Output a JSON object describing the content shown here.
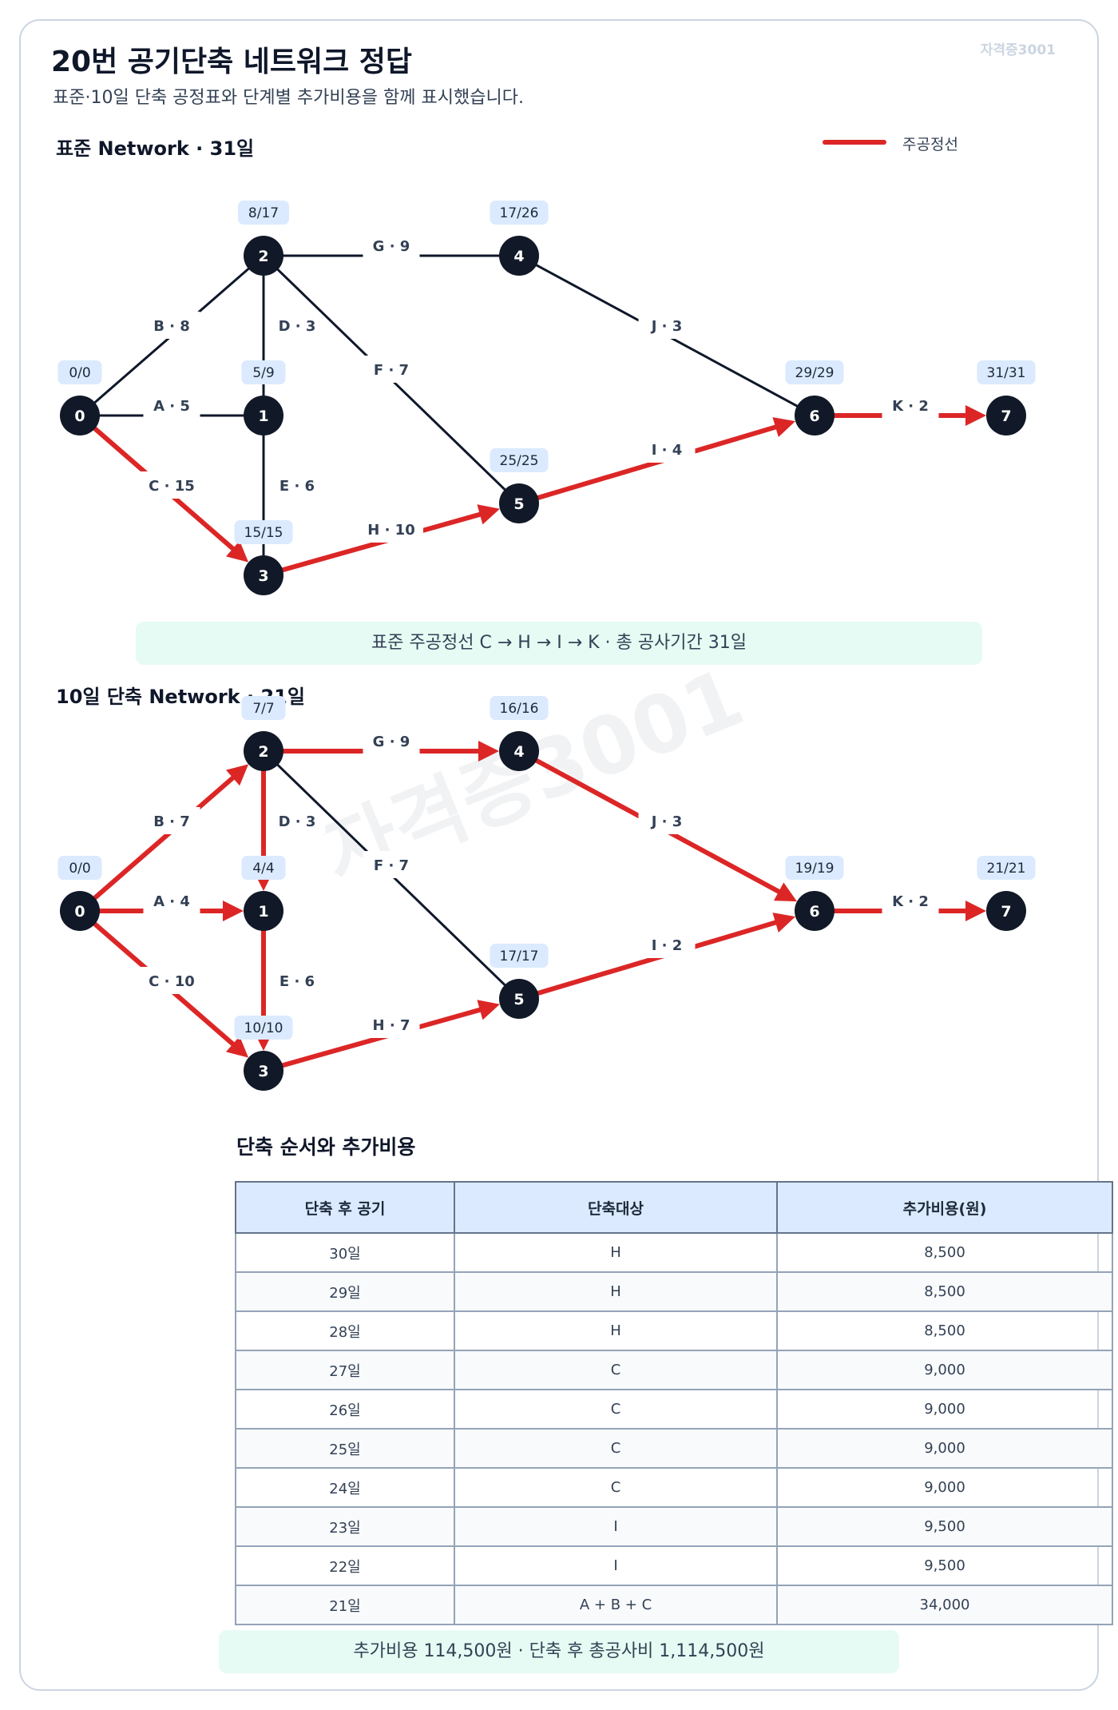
{
  "header": {
    "title": "20번 공기단축 네트워크 정답",
    "subtitle": "표준·10일 단축 공정표와 단계별 추가비용을 함께 표시했습니다.",
    "brand": "자격증3001"
  },
  "legend": {
    "label": "주공정선",
    "color": "#dc2626"
  },
  "watermark": "자격증3001",
  "colors": {
    "critical": "#dc2626",
    "normal": "#0f172a",
    "node": "#111827",
    "badge": "#dbeafe",
    "note": "#e6fbf3"
  },
  "networks": [
    {
      "title": "표준 Network · 31일",
      "note": "표준 주공정선 C → H → I → K · 총 공사기간 31일",
      "nodes": [
        {
          "id": "0",
          "time": "0/0"
        },
        {
          "id": "1",
          "time": "5/9"
        },
        {
          "id": "2",
          "time": "8/17"
        },
        {
          "id": "3",
          "time": "15/15"
        },
        {
          "id": "4",
          "time": "17/26"
        },
        {
          "id": "5",
          "time": "25/25"
        },
        {
          "id": "6",
          "time": "29/29"
        },
        {
          "id": "7",
          "time": "31/31"
        }
      ],
      "edges": [
        {
          "label": "A · 5",
          "from": "0",
          "to": "1",
          "critical": false
        },
        {
          "label": "B · 8",
          "from": "0",
          "to": "2",
          "critical": false
        },
        {
          "label": "C · 15",
          "from": "0",
          "to": "3",
          "critical": true
        },
        {
          "label": "D · 3",
          "from": "2",
          "to": "1",
          "critical": false
        },
        {
          "label": "E · 6",
          "from": "1",
          "to": "3",
          "critical": false
        },
        {
          "label": "F · 7",
          "from": "2",
          "to": "5",
          "critical": false
        },
        {
          "label": "G · 9",
          "from": "2",
          "to": "4",
          "critical": false
        },
        {
          "label": "H · 10",
          "from": "3",
          "to": "5",
          "critical": true
        },
        {
          "label": "I · 4",
          "from": "5",
          "to": "6",
          "critical": true
        },
        {
          "label": "J · 3",
          "from": "4",
          "to": "6",
          "critical": false
        },
        {
          "label": "K · 2",
          "from": "6",
          "to": "7",
          "critical": true
        }
      ]
    },
    {
      "title": "10일 단축 Network · 21일",
      "note": "",
      "nodes": [
        {
          "id": "0",
          "time": "0/0"
        },
        {
          "id": "1",
          "time": "4/4"
        },
        {
          "id": "2",
          "time": "7/7"
        },
        {
          "id": "3",
          "time": "10/10"
        },
        {
          "id": "4",
          "time": "16/16"
        },
        {
          "id": "5",
          "time": "17/17"
        },
        {
          "id": "6",
          "time": "19/19"
        },
        {
          "id": "7",
          "time": "21/21"
        }
      ],
      "edges": [
        {
          "label": "A · 4",
          "from": "0",
          "to": "1",
          "critical": true
        },
        {
          "label": "B · 7",
          "from": "0",
          "to": "2",
          "critical": true
        },
        {
          "label": "C · 10",
          "from": "0",
          "to": "3",
          "critical": true
        },
        {
          "label": "D · 3",
          "from": "2",
          "to": "1",
          "critical": true
        },
        {
          "label": "E · 6",
          "from": "1",
          "to": "3",
          "critical": true
        },
        {
          "label": "F · 7",
          "from": "2",
          "to": "5",
          "critical": false
        },
        {
          "label": "G · 9",
          "from": "2",
          "to": "4",
          "critical": true
        },
        {
          "label": "H · 7",
          "from": "3",
          "to": "5",
          "critical": true
        },
        {
          "label": "I · 2",
          "from": "5",
          "to": "6",
          "critical": true
        },
        {
          "label": "J · 3",
          "from": "4",
          "to": "6",
          "critical": true
        },
        {
          "label": "K · 2",
          "from": "6",
          "to": "7",
          "critical": true
        }
      ]
    }
  ],
  "table": {
    "title": "단축 순서와 추가비용",
    "headers": [
      "단축 후 공기",
      "단축대상",
      "추가비용(원)"
    ],
    "rows": [
      [
        "30일",
        "H",
        "8,500"
      ],
      [
        "29일",
        "H",
        "8,500"
      ],
      [
        "28일",
        "H",
        "8,500"
      ],
      [
        "27일",
        "C",
        "9,000"
      ],
      [
        "26일",
        "C",
        "9,000"
      ],
      [
        "25일",
        "C",
        "9,000"
      ],
      [
        "24일",
        "C",
        "9,000"
      ],
      [
        "23일",
        "I",
        "9,500"
      ],
      [
        "22일",
        "I",
        "9,500"
      ],
      [
        "21일",
        "A + B + C",
        "34,000"
      ]
    ]
  },
  "footer_note": "추가비용 114,500원 · 단축 후 총공사비 1,114,500원"
}
